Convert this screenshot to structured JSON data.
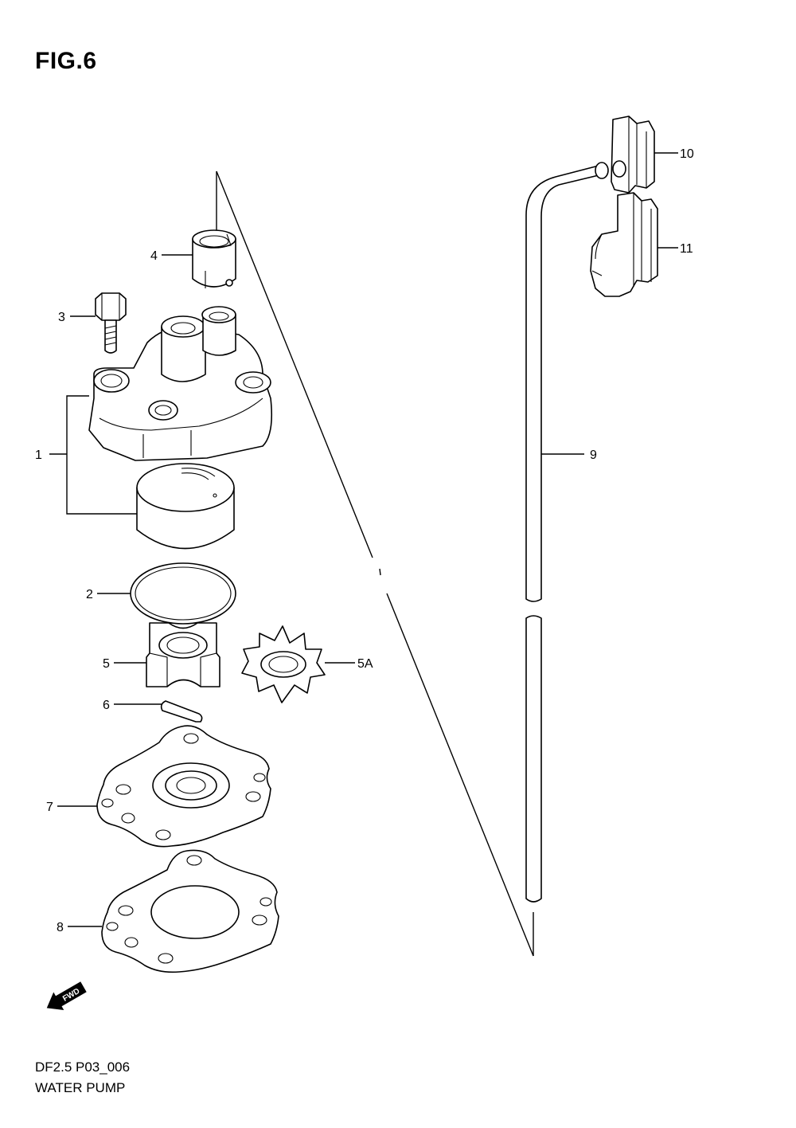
{
  "figure": {
    "title": "FIG.6",
    "code": "DF2.5 P03_006",
    "name": "WATER PUMP"
  },
  "callouts": {
    "c1": "1",
    "c2": "2",
    "c3": "3",
    "c4": "4",
    "c5": "5",
    "c5a": "5A",
    "c6": "6",
    "c7": "7",
    "c8": "8",
    "c9": "9",
    "c10": "10",
    "c11": "11"
  },
  "fwd_badge": "FWD",
  "icons": [
    "fwd-arrow-icon"
  ]
}
